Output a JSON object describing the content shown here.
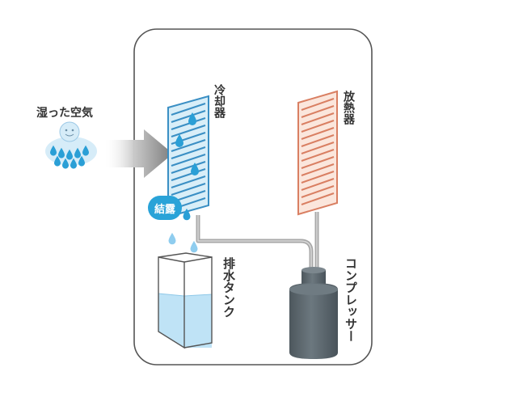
{
  "labels": {
    "humid_air": "湿った空気",
    "cooler": "冷却器",
    "radiator": "放熱器",
    "condensation": "結露",
    "drain_tank": "排水タンク",
    "compressor": "コンプレッサー"
  },
  "colors": {
    "cooler_fill": "#d8eef8",
    "cooler_stroke": "#3a8fc4",
    "radiator_fill": "#fbe6dc",
    "radiator_stroke": "#d97f62",
    "drop": "#2a9fd6",
    "compressor": "#5e6b72",
    "water": "#bfe3f6",
    "arrow": "#8a8a8a"
  }
}
